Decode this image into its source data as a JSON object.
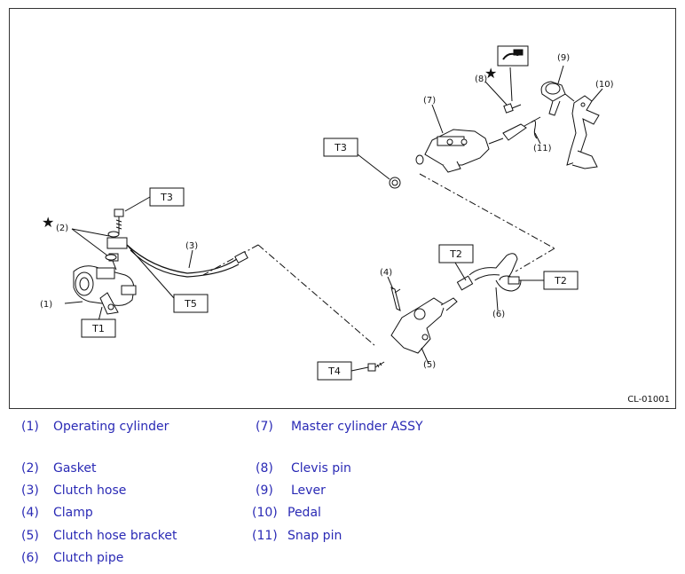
{
  "figure": {
    "code": "CL-01001",
    "callouts": {
      "c1": "(1)",
      "c2": "(2)",
      "c3": "(3)",
      "c4": "(4)",
      "c5": "(5)",
      "c6": "(6)",
      "c7": "(7)",
      "c8": "(8)",
      "c9": "(9)",
      "c10": "(10)",
      "c11": "(11)"
    },
    "torque_labels": {
      "t1": "T1",
      "t2a": "T2",
      "t2b": "T2",
      "t3a": "T3",
      "t3b": "T3",
      "t4": "T4",
      "t5": "T5"
    },
    "star": "★"
  },
  "legend": {
    "items": [
      {
        "num": "(1)",
        "name": "Operating cylinder"
      },
      {
        "num": "(7)",
        "name": "Master cylinder ASSY"
      },
      {
        "num": "(2)",
        "name": "Gasket"
      },
      {
        "num": "(8)",
        "name": "Clevis pin"
      },
      {
        "num": "(3)",
        "name": "Clutch hose"
      },
      {
        "num": "(9)",
        "name": "Lever"
      },
      {
        "num": "(4)",
        "name": "Clamp"
      },
      {
        "num": "(10)",
        "name": "Pedal"
      },
      {
        "num": "(5)",
        "name": "Clutch hose bracket"
      },
      {
        "num": "(11)",
        "name": "Snap pin"
      },
      {
        "num": "(6)",
        "name": "Clutch pipe"
      }
    ]
  },
  "colors": {
    "legend_text": "#2a2ab5",
    "line": "#111111"
  }
}
